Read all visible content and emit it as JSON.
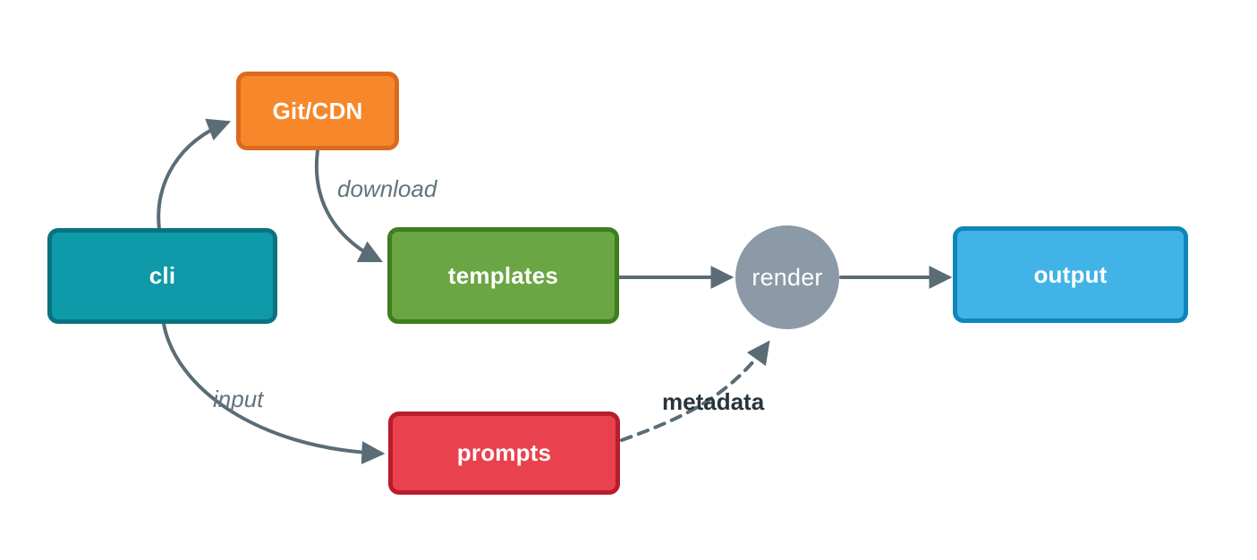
{
  "diagram": {
    "title": "cli template rendering flow",
    "background": "#ffffff"
  },
  "nodes": {
    "cli": {
      "label": "cli",
      "shape": "rounded-rect",
      "fill": "#0E9AA8",
      "border": "#0B7280"
    },
    "gitcdn": {
      "label": "Git/CDN",
      "shape": "rounded-rect",
      "fill": "#F6882B",
      "border": "#DB6A20"
    },
    "templates": {
      "label": "templates",
      "shape": "rounded-rect",
      "fill": "#6BA644",
      "border": "#3F7D1F"
    },
    "prompts": {
      "label": "prompts",
      "shape": "rounded-rect",
      "fill": "#E9414D",
      "border": "#B91D2C"
    },
    "render": {
      "label": "render",
      "shape": "circle",
      "fill": "#8B9AA6",
      "border": "#8B9AA6"
    },
    "output": {
      "label": "output",
      "shape": "rounded-rect",
      "fill": "#41B3E6",
      "border": "#0F86BB"
    }
  },
  "edges": [
    {
      "from": "cli",
      "to": "gitcdn",
      "label": "",
      "style": "solid"
    },
    {
      "from": "gitcdn",
      "to": "templates",
      "label": "download",
      "style": "solid"
    },
    {
      "from": "cli",
      "to": "prompts",
      "label": "input",
      "style": "solid"
    },
    {
      "from": "templates",
      "to": "render",
      "label": "",
      "style": "solid"
    },
    {
      "from": "render",
      "to": "output",
      "label": "",
      "style": "solid"
    },
    {
      "from": "prompts",
      "to": "render",
      "label": "metadata",
      "style": "dashed"
    }
  ],
  "colors": {
    "arrow": "#5A6C76",
    "edge_label_muted": "#64737C",
    "edge_label_strong": "#28343C"
  }
}
